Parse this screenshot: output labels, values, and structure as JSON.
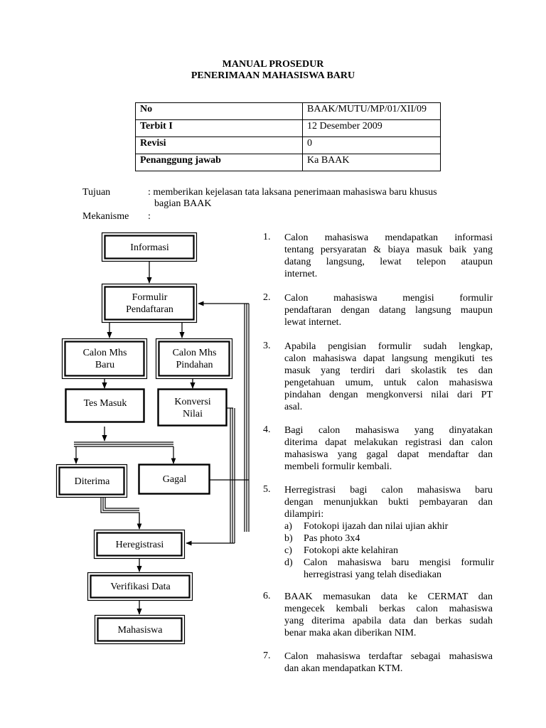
{
  "header": {
    "title_line1": "MANUAL PROSEDUR",
    "title_line2": "PENERIMAAN MAHASISWA BARU"
  },
  "info_table": [
    {
      "key": "No",
      "value": "BAAK/MUTU/MP/01/XII/09"
    },
    {
      "key": "Terbit I",
      "value": "12 Desember 2009"
    },
    {
      "key": "Revisi",
      "value": "0"
    },
    {
      "key": "Penanggung jawab",
      "value": "Ka BAAK"
    }
  ],
  "meta": {
    "tujuan_label": "Tujuan",
    "tujuan_line1": ": memberikan kejelasan tata laksana penerimaan mahasiswa baru khusus",
    "tujuan_line2": "bagian BAAK",
    "mekanisme_label": "Mekanisme",
    "mekanisme_colon": ":"
  },
  "flowchart": {
    "informasi": "Informasi",
    "formulir_1": "Formulir",
    "formulir_2": "Pendaftaran",
    "calon_baru_1": "Calon Mhs",
    "calon_baru_2": "Baru",
    "calon_pindahan_1": "Calon Mhs",
    "calon_pindahan_2": "Pindahan",
    "tes_masuk": "Tes Masuk",
    "konversi_1": "Konversi",
    "konversi_2": "Nilai",
    "diterima": "Diterima",
    "gagal": "Gagal",
    "heregistrasi": "Heregistrasi",
    "verifikasi": "Verifikasi Data",
    "mahasiswa": "Mahasiswa"
  },
  "steps": {
    "s1": {
      "num": "1.",
      "lines": [
        "Calon mahasiswa mendapatkan informasi",
        "tentang persyaratan & biaya masuk baik yang",
        "datang langsung, lewat telepon ataupun",
        "internet."
      ]
    },
    "s2": {
      "num": "2.",
      "lines": [
        "Calon mahasiswa mengisi formulir",
        "pendaftaran dengan datang langsung maupun",
        "lewat internet."
      ]
    },
    "s3": {
      "num": "3.",
      "lines": [
        "Apabila pengisian formulir sudah lengkap,",
        "calon mahasiswa dapat langsung mengikuti tes",
        "masuk yang terdiri dari skolastik tes dan",
        "pengetahuan umum, untuk calon mahasiswa",
        "pindahan dengan mengkonversi nilai dari PT",
        "asal."
      ]
    },
    "s4": {
      "num": "4.",
      "lines": [
        "Bagi calon mahasiswa yang dinyatakan",
        "diterima dapat melakukan registrasi dan calon",
        "mahasiswa yang gagal dapat mendaftar dan",
        "membeli formulir kembali."
      ]
    },
    "s5": {
      "num": "5.",
      "lines": [
        "Herregistrasi bagi calon mahasiswa baru",
        "dengan menunjukkan bukti pembayaran dan",
        "dilampiri:"
      ]
    },
    "s5_subs": {
      "a": {
        "letter": "a)",
        "text": "Fotokopi ijazah dan nilai ujian akhir"
      },
      "b": {
        "letter": "b)",
        "text": "Pas photo 3x4"
      },
      "c": {
        "letter": "c)",
        "text": "Fotokopi akte kelahiran"
      },
      "d": {
        "letter": "d)",
        "line1": "Calon mahasiswa baru mengisi formulir",
        "line2": "herregistrasi yang telah disediakan"
      }
    },
    "s6": {
      "num": "6.",
      "lines": [
        "BAAK memasukan data ke CERMAT dan",
        "mengecek kembali berkas calon mahasiswa",
        "yang diterima apabila data dan berkas sudah",
        "benar maka akan diberikan NIM."
      ]
    },
    "s7": {
      "num": "7.",
      "lines": [
        "Calon mahasiswa terdaftar sebagai mahasiswa",
        "dan akan mendapatkan KTM."
      ]
    }
  }
}
